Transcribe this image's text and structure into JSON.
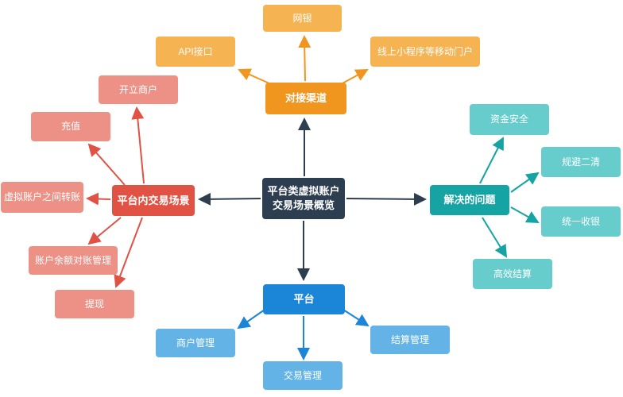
{
  "diagram": {
    "title": "平台类虚拟账户交易场景概览",
    "center": {
      "label": "平台类虚拟账户交易场景概览",
      "color": "#2c3e50"
    },
    "branches": {
      "top": {
        "label": "对接渠道",
        "color": "#f0961f",
        "child_color": "#f6b352",
        "children": [
          {
            "label": "网银"
          },
          {
            "label": "API接口"
          },
          {
            "label": "线上小程序等移动门户"
          }
        ]
      },
      "left": {
        "label": "平台内交易场景",
        "color": "#e05243",
        "child_color": "#ed9186",
        "children": [
          {
            "label": "开立商户"
          },
          {
            "label": "充值"
          },
          {
            "label": "虚拟账户之间转账"
          },
          {
            "label": "账户余额对账管理"
          },
          {
            "label": "提现"
          }
        ]
      },
      "right": {
        "label": "解决的问题",
        "color": "#16a3a3",
        "child_color": "#66cccc",
        "children": [
          {
            "label": "资金安全"
          },
          {
            "label": "规避二清"
          },
          {
            "label": "统一收银"
          },
          {
            "label": "高效结算"
          }
        ]
      },
      "bottom": {
        "label": "平台",
        "color": "#1b86d8",
        "child_color": "#63b3e6",
        "children": [
          {
            "label": "商户管理"
          },
          {
            "label": "交易管理"
          },
          {
            "label": "结算管理"
          }
        ]
      }
    },
    "arrow_colors": {
      "center_links": "#2c3e50",
      "top_links": "#f0961f",
      "left_links": "#e05243",
      "right_links": "#16a3a3",
      "bottom_links": "#1b86d8"
    }
  }
}
